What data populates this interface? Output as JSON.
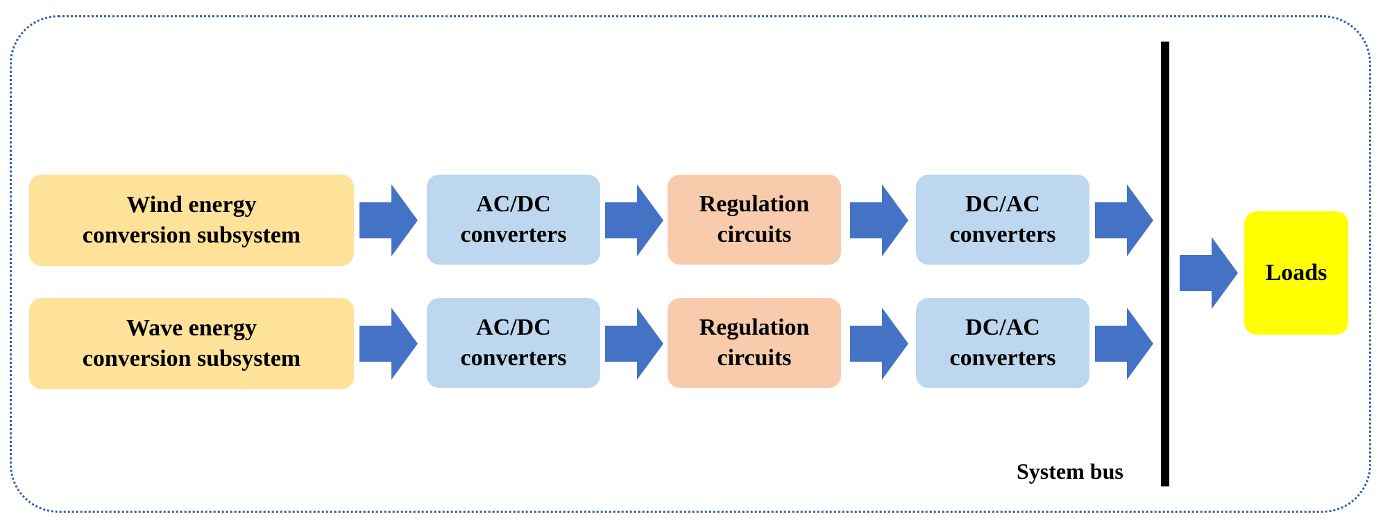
{
  "rows": [
    {
      "source": [
        "Wind energy",
        "conversion subsystem"
      ],
      "acdc": [
        "AC/DC",
        "converters"
      ],
      "regulation": [
        "Regulation",
        "circuits"
      ],
      "dcac": [
        "DC/AC",
        "converters"
      ]
    },
    {
      "source": [
        "Wave energy",
        "conversion subsystem"
      ],
      "acdc": [
        "AC/DC",
        "converters"
      ],
      "regulation": [
        "Regulation",
        "circuits"
      ],
      "dcac": [
        "DC/AC",
        "converters"
      ]
    }
  ],
  "bus_label": "System bus",
  "loads_label": "Loads",
  "colors": {
    "source_fill": "#ffe299",
    "converter_fill": "#bdd7ee",
    "regulation_fill": "#f8cbad",
    "loads_fill": "#ffff00",
    "arrow_fill": "#4472c4",
    "frame_border": "#2f5fb3"
  }
}
